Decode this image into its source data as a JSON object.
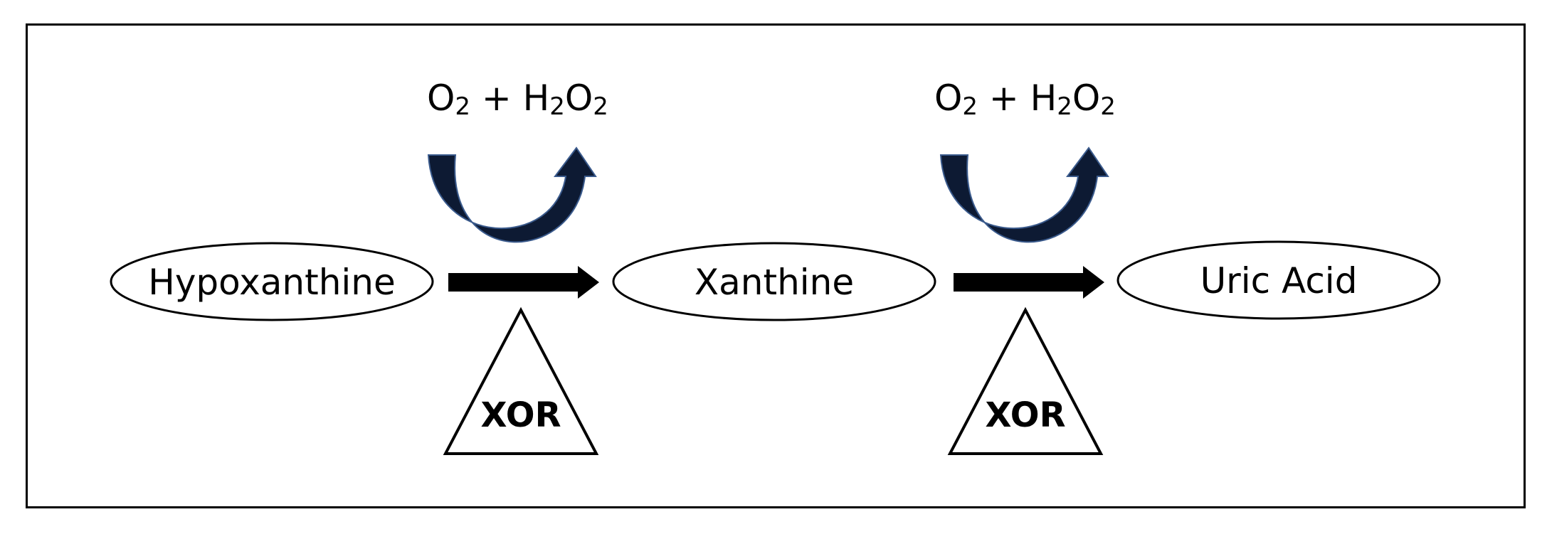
{
  "nodes": [
    {
      "id": "hypoxanthine",
      "label": "Hypoxanthine"
    },
    {
      "id": "xanthine",
      "label": "Xanthine"
    },
    {
      "id": "uric-acid",
      "label": "Uric Acid"
    }
  ],
  "steps": [
    {
      "from": "hypoxanthine",
      "to": "xanthine",
      "enzyme": "XOR",
      "cofactor": {
        "part1": "O",
        "sub1": "2",
        "plus": " + H",
        "sub2": "2",
        "part2": "O",
        "sub3": "2"
      }
    },
    {
      "from": "xanthine",
      "to": "uric-acid",
      "enzyme": "XOR",
      "cofactor": {
        "part1": "O",
        "sub1": "2",
        "plus": " + H",
        "sub2": "2",
        "part2": "O",
        "sub3": "2"
      }
    }
  ],
  "colors": {
    "curved_arrow_fill": "#0d1a33",
    "curved_arrow_edge": "#3a5a8c",
    "stroke": "#000000"
  },
  "icons": {
    "reaction_arrow": "right-arrow",
    "cofactor_arrow": "curved-up-arrow",
    "enzyme_marker": "triangle"
  }
}
